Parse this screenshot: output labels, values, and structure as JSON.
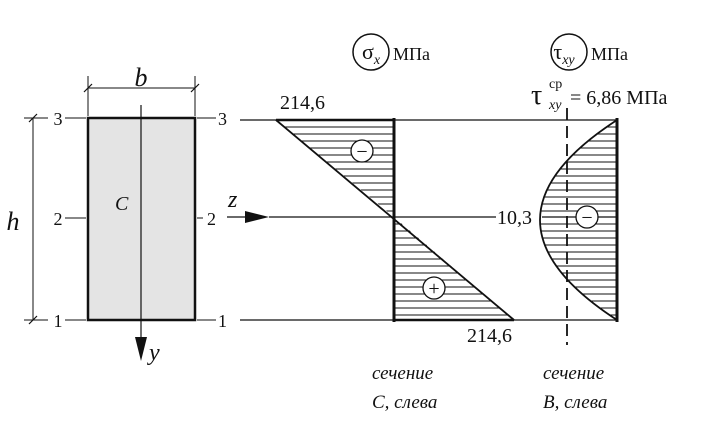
{
  "section": {
    "width_label": "b",
    "height_label": "h",
    "center_label": "C",
    "z_axis_label": "z",
    "y_axis_label": "y",
    "levels": {
      "top": "3",
      "middle": "2",
      "bottom": "1"
    }
  },
  "sigma_diagram": {
    "symbol": "σ",
    "subscript": "x",
    "unit": "МПа",
    "top_value": "214,6",
    "bottom_value": "214,6",
    "top_sign": "−",
    "bottom_sign": "+",
    "caption_line1": "сечение",
    "caption_line2": "C, слева"
  },
  "tau_diagram": {
    "symbol": "τ",
    "subscript": "xy",
    "unit": "МПа",
    "avg_symbol": "τ",
    "avg_superscript": "ср",
    "avg_subscript": "xy",
    "avg_value_text": "= 6,86 МПа",
    "max_value": "10,3",
    "sign": "−",
    "caption_line1": "сечение",
    "caption_line2": "B, слева"
  },
  "colors": {
    "line": "#111111",
    "section_fill": "#e4e4e4",
    "background": "#ffffff"
  }
}
